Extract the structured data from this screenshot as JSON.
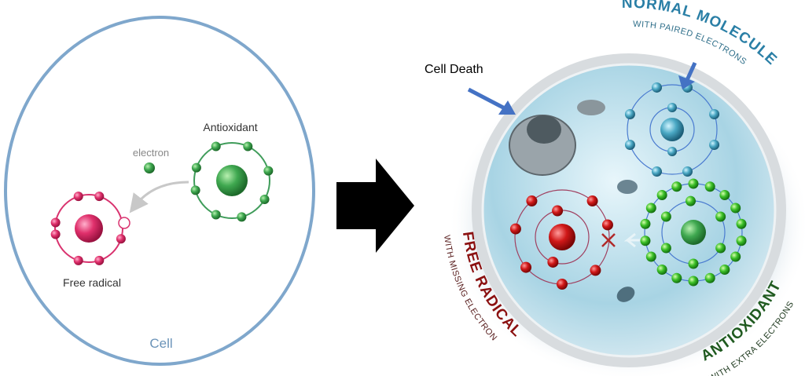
{
  "left_panel": {
    "antioxidant_label": "Antioxidant",
    "electron_label": "electron",
    "free_radical_label": "Free radical",
    "cell_label": "Cell"
  },
  "right_panel": {
    "cell_death_label": "Cell Death",
    "normal_molecule": {
      "title": "NORMAL MOLECULE",
      "subtitle": "WITH PAIRED ELECTRONS"
    },
    "free_radical": {
      "title": "FREE RADICAL",
      "subtitle": "WITH MISSING ELECTRON"
    },
    "antioxidant": {
      "title": "ANTIOXIDANT",
      "subtitle": "WITH EXTRA ELECTRONS"
    }
  },
  "colors": {
    "cell_border": "#7fa7cc",
    "antioxidant": "#3f9c5a",
    "free_radical": "#d9336f",
    "normal_title": "#2a7fa6",
    "free_radical_title": "#8b1010",
    "antioxidant_title": "#1f5a1f",
    "arrow_blue": "#4472c4"
  }
}
